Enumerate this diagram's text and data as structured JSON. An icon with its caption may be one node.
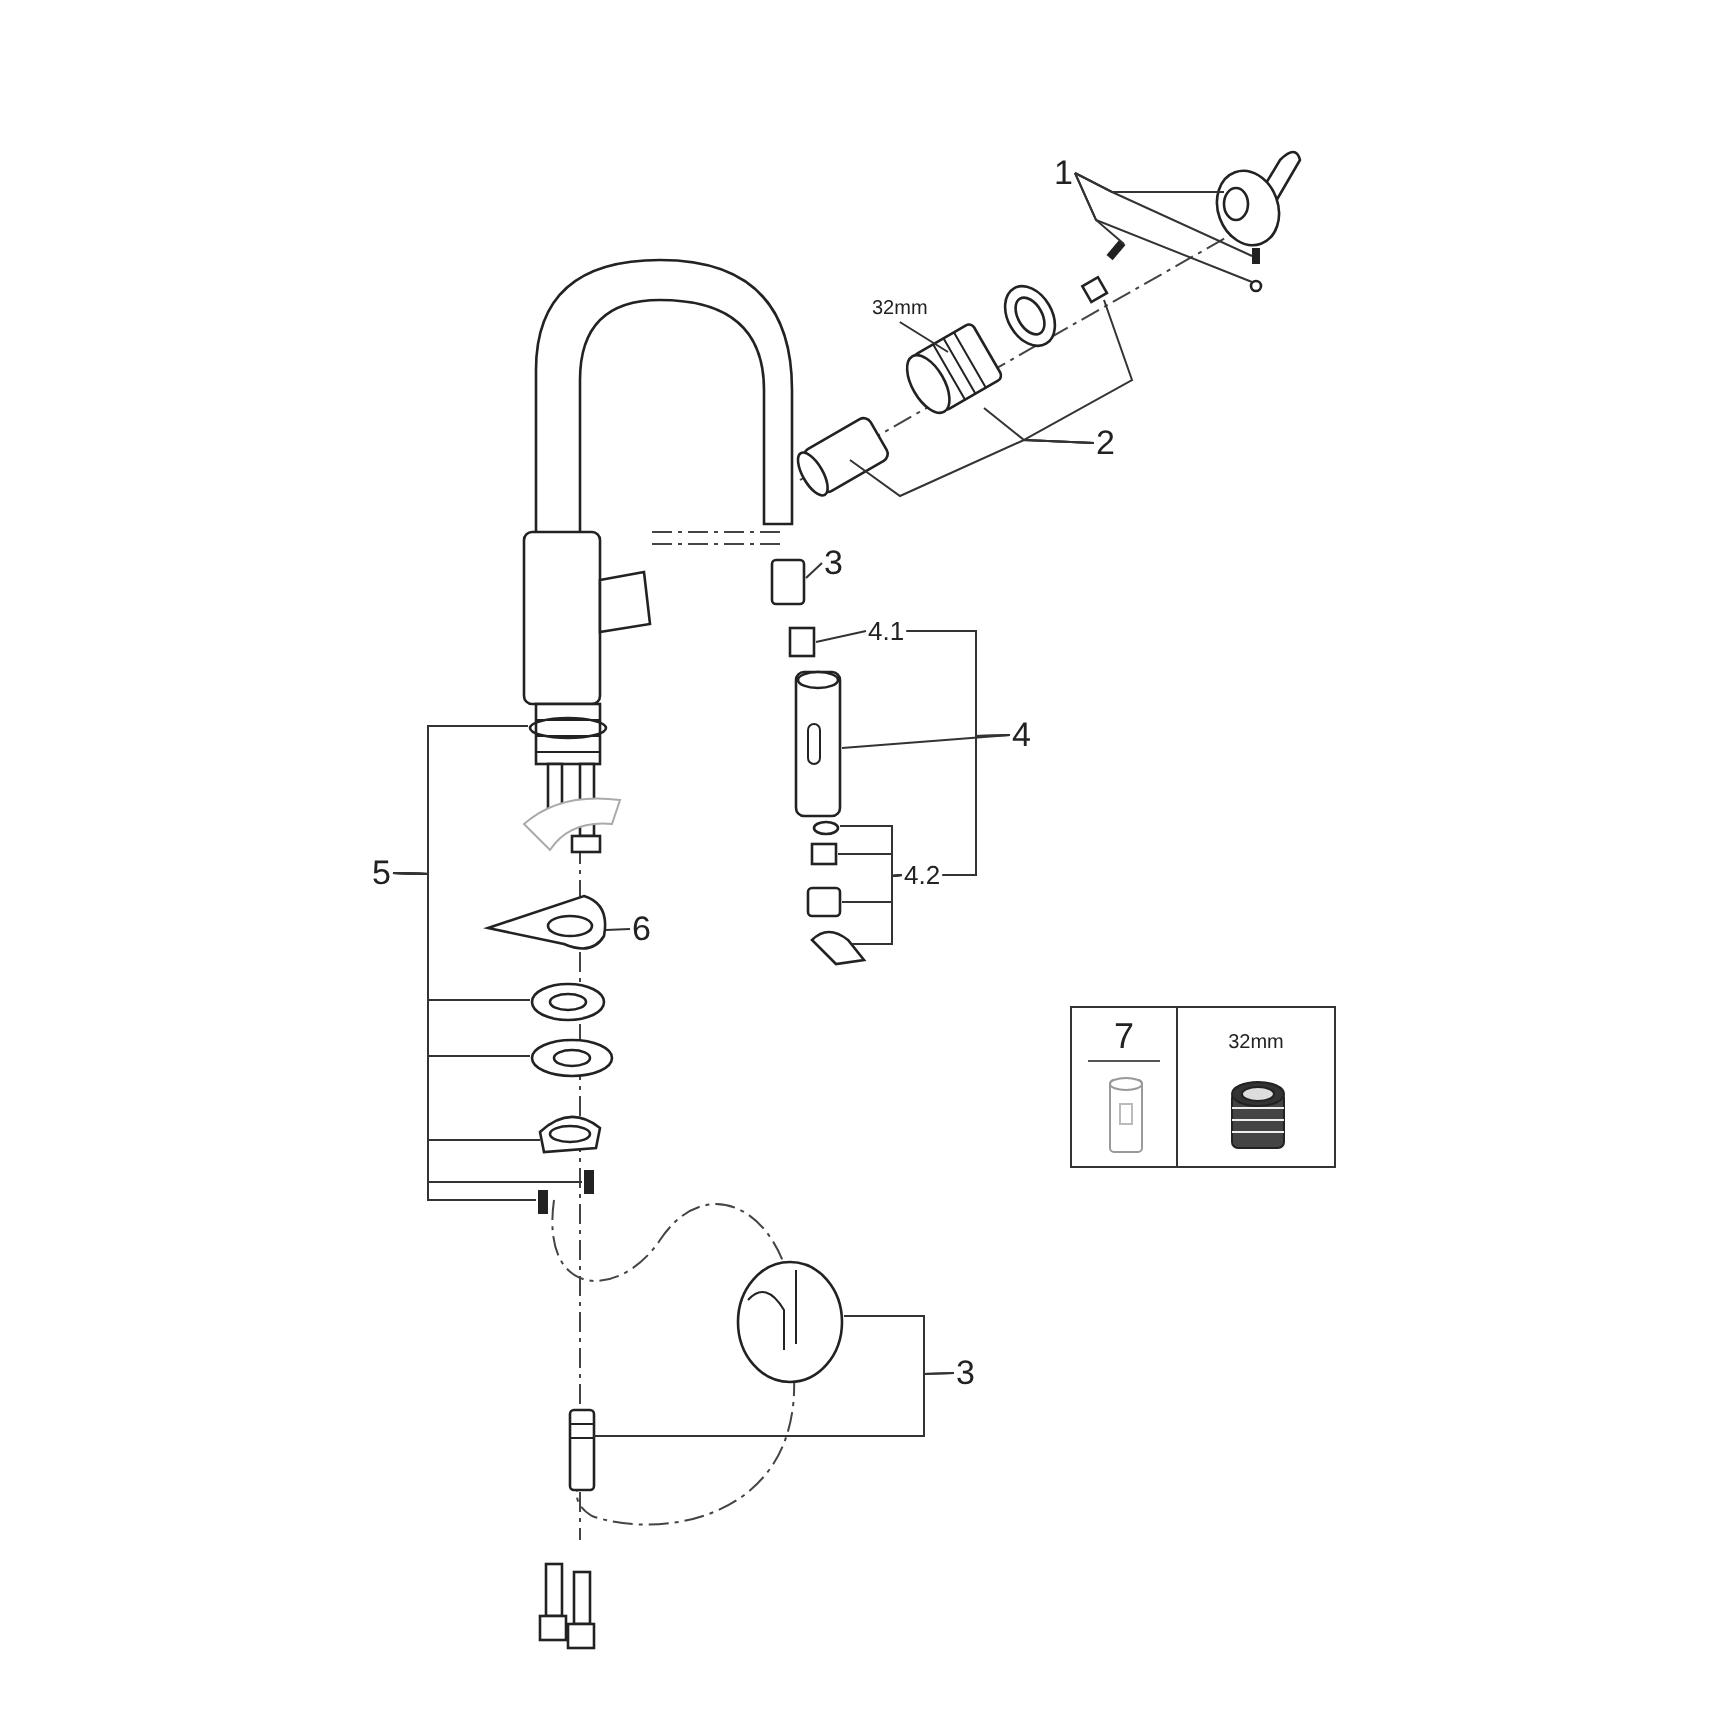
{
  "diagram": {
    "nodes": [
      {
        "text": [
          "1"
        ]
      },
      {
        "text": [
          "32mm"
        ]
      },
      {
        "text": [
          "2"
        ]
      },
      {
        "text": [
          "3"
        ]
      },
      {
        "text": [
          "4.1"
        ]
      },
      {
        "text": [
          "4"
        ]
      },
      {
        "text": [
          "5"
        ]
      },
      {
        "text": [
          "4.2"
        ]
      },
      {
        "text": [
          "6"
        ]
      },
      {
        "text": [
          "7"
        ]
      },
      {
        "text": [
          "32mm"
        ]
      },
      {
        "text": [
          "3"
        ]
      }
    ],
    "edges": [
      {
        "from": 0,
        "to": null,
        "arrow": "none"
      },
      {
        "from": 0,
        "to": null,
        "arrow": "none"
      },
      {
        "from": 0,
        "to": null,
        "arrow": "none"
      },
      {
        "from": 0,
        "to": null,
        "arrow": "none"
      },
      {
        "from": 1,
        "to": null,
        "arrow": "none"
      },
      {
        "from": 2,
        "to": null,
        "arrow": "none"
      },
      {
        "from": 2,
        "to": null,
        "arrow": "none"
      },
      {
        "from": 2,
        "to": null,
        "arrow": "none"
      },
      {
        "from": 3,
        "to": null,
        "arrow": "none"
      },
      {
        "from": 4,
        "to": null,
        "arrow": "none"
      },
      {
        "from": 5,
        "to": null,
        "arrow": "none"
      },
      {
        "from": 5,
        "to": 4,
        "arrow": "none"
      },
      {
        "from": 5,
        "to": 7,
        "arrow": "none"
      },
      {
        "from": 6,
        "to": null,
        "arrow": "none"
      },
      {
        "from": 6,
        "to": null,
        "arrow": "none"
      },
      {
        "from": 6,
        "to": null,
        "arrow": "none"
      },
      {
        "from": 6,
        "to": null,
        "arrow": "none"
      },
      {
        "from": 6,
        "to": null,
        "arrow": "none"
      },
      {
        "from": 6,
        "to": null,
        "arrow": "none"
      },
      {
        "from": 7,
        "to": null,
        "arrow": "none"
      },
      {
        "from": 7,
        "to": null,
        "arrow": "none"
      },
      {
        "from": 7,
        "to": null,
        "arrow": "none"
      },
      {
        "from": 7,
        "to": null,
        "arrow": "none"
      },
      {
        "from": 8,
        "to": null,
        "arrow": "none"
      },
      {
        "from": 11,
        "to": null,
        "arrow": "none"
      },
      {
        "from": 11,
        "to": null,
        "arrow": "none"
      }
    ]
  }
}
